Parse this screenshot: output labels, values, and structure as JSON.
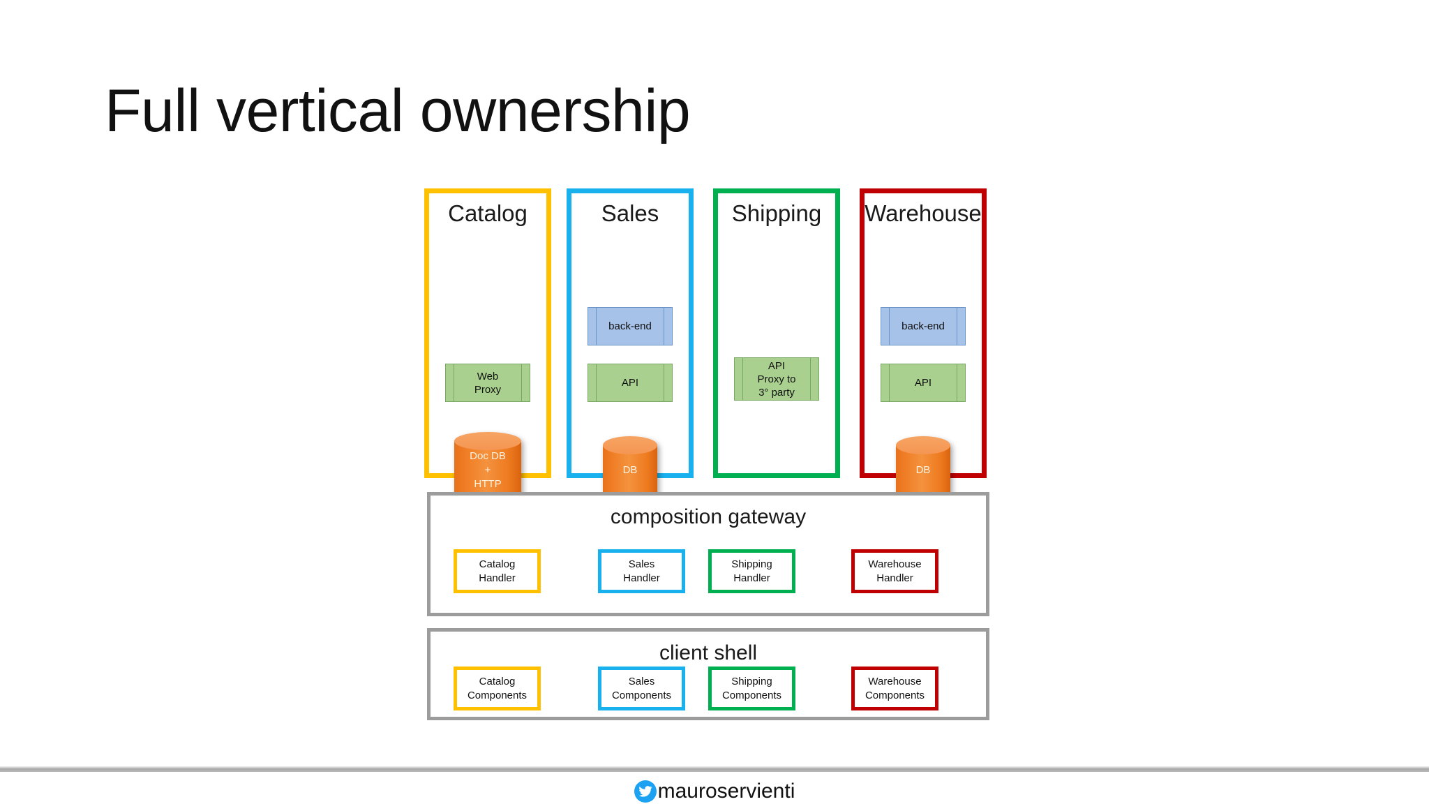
{
  "slide": {
    "title": "Full vertical ownership"
  },
  "colors": {
    "catalog": "#FFC000",
    "sales": "#18B0ED",
    "shipping": "#00B050",
    "warehouse": "#C00000",
    "panel_border": "#9C9C9C",
    "database": "#ED7D31",
    "backend": "#A7C2E8",
    "api": "#A9D08E",
    "twitter": "#1DA1F2"
  },
  "verticals": [
    {
      "key": "catalog",
      "title": "Catalog",
      "database": "Doc DB\n+\nHTTP",
      "backend": null,
      "api": "Web\nProxy"
    },
    {
      "key": "sales",
      "title": "Sales",
      "database": "DB",
      "backend": "back-end",
      "api": "API"
    },
    {
      "key": "shipping",
      "title": "Shipping",
      "database": null,
      "backend": null,
      "api": "API\nProxy to\n3° party"
    },
    {
      "key": "warehouse",
      "title": "Warehouse",
      "database": "DB",
      "backend": "back-end",
      "api": "API"
    }
  ],
  "gateway": {
    "title": "composition gateway",
    "chips": [
      "Catalog\nHandler",
      "Sales\nHandler",
      "Shipping\nHandler",
      "Warehouse\nHandler"
    ]
  },
  "client_shell": {
    "title": "client shell",
    "chips": [
      "Catalog\nComponents",
      "Sales\nComponents",
      "Shipping\nComponents",
      "Warehouse\nComponents"
    ]
  },
  "footer": {
    "icon": "twitter-icon",
    "handle": "mauroservienti"
  }
}
